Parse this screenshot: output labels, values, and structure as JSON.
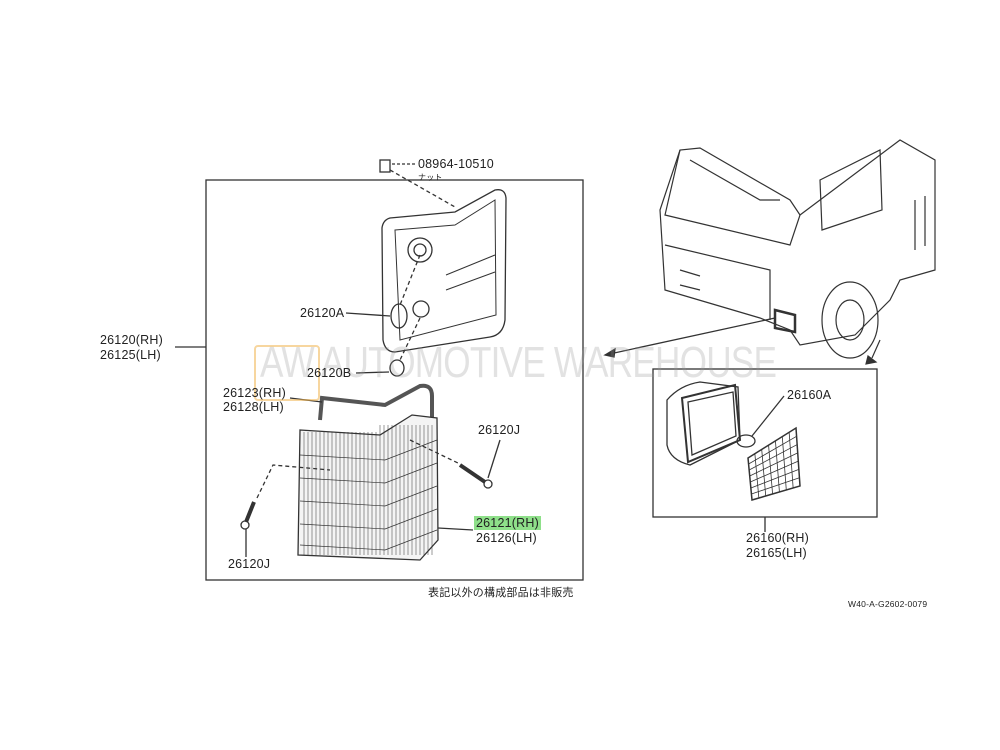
{
  "watermark": {
    "text": "AW AUTOMOTIVE WAREHOUSE"
  },
  "parts": {
    "nut_number": "08964-10510",
    "nut_name": "ナット",
    "p26120a": "26120A",
    "p26120b": "26120B",
    "gasket_rh": "26123(RH)",
    "gasket_lh": "26128(LH)",
    "assy_rh": "26120(RH)",
    "assy_lh": "26125(LH)",
    "screw_right": "26120J",
    "screw_left": "26120J",
    "lens_rh": "26121(RH)",
    "lens_lh": "26126(LH)",
    "side_bulb": "26160A",
    "side_rh": "26160(RH)",
    "side_lh": "26165(LH)"
  },
  "note": "表記以外の構成部品は非販売",
  "diagram_code": "W40-A-G2602-0079",
  "colors": {
    "highlight": "#8fe08a",
    "line": "#222222"
  }
}
